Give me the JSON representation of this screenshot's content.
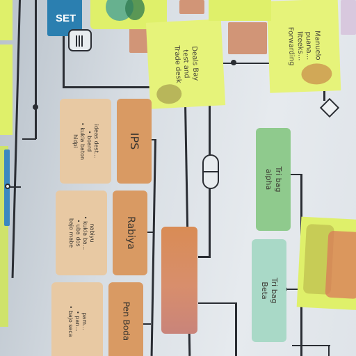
{
  "badge": {
    "label": "SET"
  },
  "cards": {
    "c1": "ideas dest...\n• board\n• kukla baton\nhidpi",
    "c2": "IPS",
    "c3": "nabiyu\n• kukla ba...\n• uba dos\nbajo mabe",
    "c4": "Rabiya",
    "c5": "pam...\n• pan...\n• bajo seca",
    "c6": "Pen Boda",
    "c7": "Tri bag\nalpha",
    "c8": "Tri bag\nBeta"
  },
  "stickies": {
    "s1": "Deals Bay\ntest and\nTrade desk",
    "s2": "Manuelo\npuana...\nliteeks...\nForwarding"
  },
  "colors": {
    "wall": "#d7dde3",
    "line": "#2a2d33",
    "badge": "#2b7fb0",
    "beige_card": "#e8c9a3",
    "orange_card": "#d99a63",
    "green_card": "#8fca8d",
    "mint_card": "#a9d9c7",
    "sticky_yellow": "#dff06a"
  }
}
